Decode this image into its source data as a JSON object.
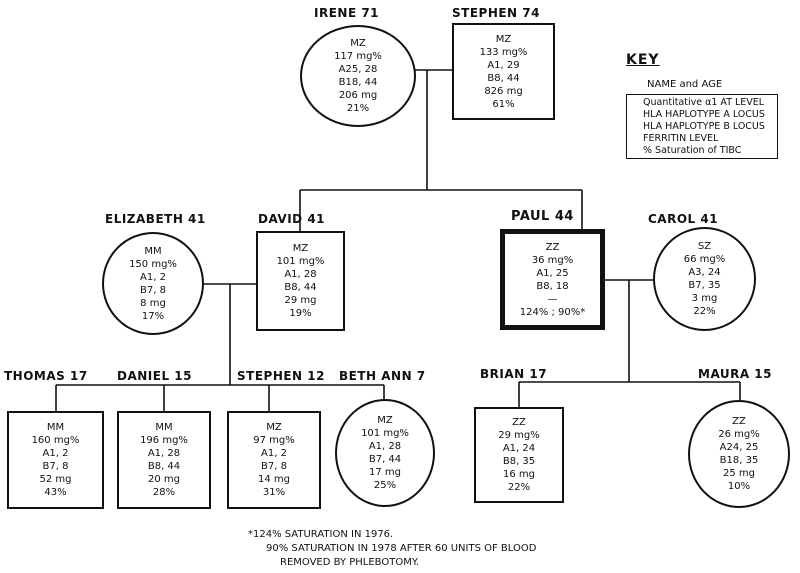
{
  "family": {
    "irene": {
      "name": "IRENE 71",
      "lines": [
        "MZ",
        "117 mg%",
        "A25, 28",
        "B18, 44",
        "206 mg",
        "21%"
      ]
    },
    "stephen_sr": {
      "name": "STEPHEN 74",
      "lines": [
        "MZ",
        "133 mg%",
        "A1, 29",
        "B8, 44",
        "826 mg",
        "61%"
      ]
    },
    "elizabeth": {
      "name": "ELIZABETH 41",
      "lines": [
        "MM",
        "150 mg%",
        "A1, 2",
        "B7, 8",
        "8 mg",
        "17%"
      ]
    },
    "david": {
      "name": "DAVID 41",
      "lines": [
        "MZ",
        "101 mg%",
        "A1, 28",
        "B8, 44",
        "29 mg",
        "19%"
      ]
    },
    "paul": {
      "name": "PAUL 44",
      "lines": [
        "ZZ",
        "36 mg%",
        "A1, 25",
        "B8, 18",
        "—",
        "124% ; 90%*"
      ]
    },
    "carol": {
      "name": "CAROL 41",
      "lines": [
        "SZ",
        "66 mg%",
        "A3, 24",
        "B7, 35",
        "3 mg",
        "22%"
      ]
    },
    "thomas": {
      "name": "THOMAS 17",
      "lines": [
        "MM",
        "160 mg%",
        "A1, 2",
        "B7, 8",
        "52 mg",
        "43%"
      ]
    },
    "daniel": {
      "name": "DANIEL 15",
      "lines": [
        "MM",
        "196 mg%",
        "A1, 28",
        "B8, 44",
        "20 mg",
        "28%"
      ]
    },
    "stephen_jr": {
      "name": "STEPHEN 12",
      "lines": [
        "MZ",
        "97 mg%",
        "A1, 2",
        "B7, 8",
        "14 mg",
        "31%"
      ]
    },
    "beth_ann": {
      "name": "BETH ANN 7",
      "lines": [
        "MZ",
        "101 mg%",
        "A1, 28",
        "B7, 44",
        "17 mg",
        "25%"
      ]
    },
    "brian": {
      "name": "BRIAN 17",
      "lines": [
        "ZZ",
        "29 mg%",
        "A1, 24",
        "B8, 35",
        "16 mg",
        "22%"
      ]
    },
    "maura": {
      "name": "MAURA 15",
      "lines": [
        "ZZ",
        "26 mg%",
        "A24, 25",
        "B18, 35",
        "25 mg",
        "10%"
      ]
    }
  },
  "key": {
    "title": "KEY",
    "name_and_age": "NAME and AGE",
    "items": [
      "Quantitative α1 AT LEVEL",
      "HLA HAPLOTYPE A LOCUS",
      "HLA HAPLOTYPE B LOCUS",
      "FERRITIN LEVEL",
      "% Saturation of TIBC"
    ]
  },
  "footnote": {
    "line1": "*124% SATURATION IN 1976.",
    "line2": "90% SATURATION IN 1978 AFTER 60 UNITS OF BLOOD",
    "line3": "REMOVED BY PHLEBOTOMY."
  }
}
